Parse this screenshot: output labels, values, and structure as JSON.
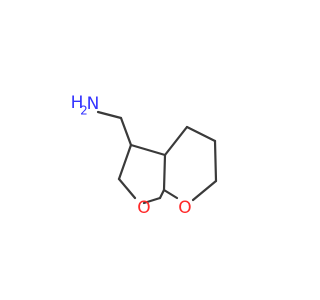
{
  "molecule": {
    "colors": {
      "bond": "#3a3a3a",
      "nitrogen": "#3333ff",
      "oxygen": "#ff2a2a"
    },
    "atoms": {
      "amine_h": "H",
      "amine_h_count": "2",
      "amine_n": "N",
      "ring_oxygen_left": "O",
      "ring_oxygen_right": "O"
    }
  }
}
